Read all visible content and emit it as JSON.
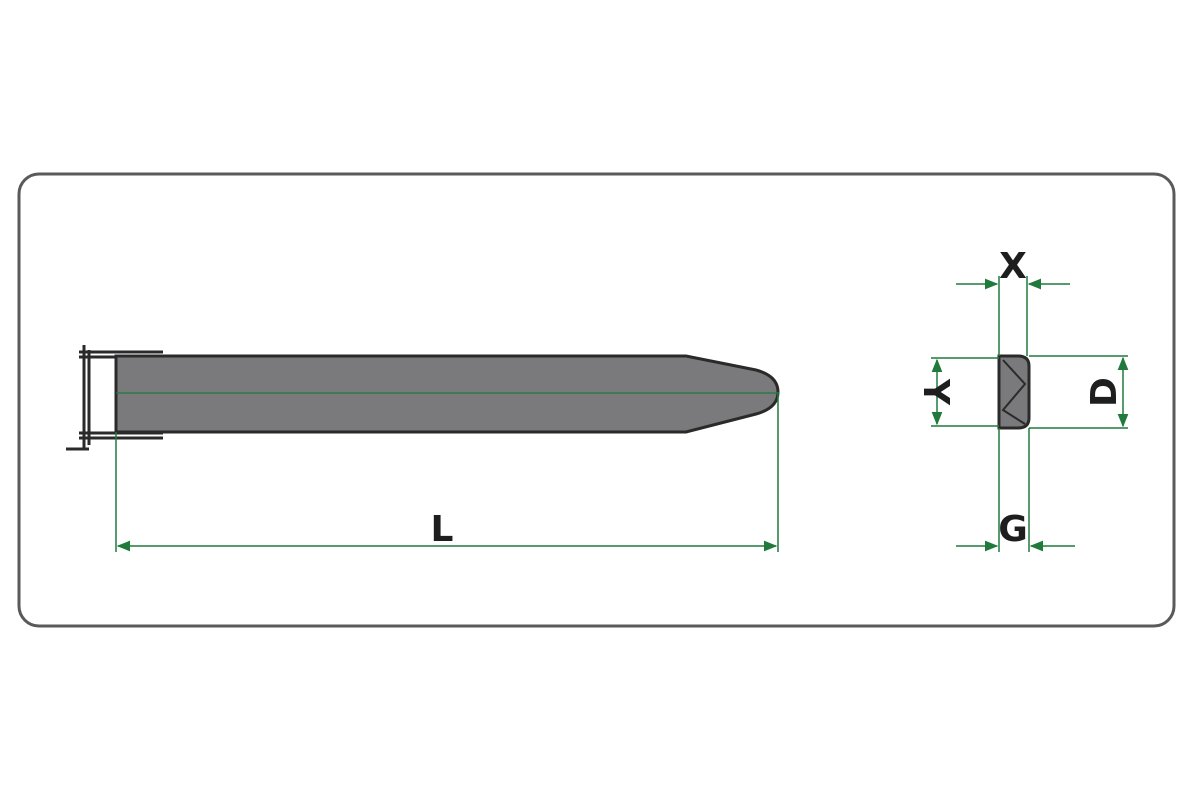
{
  "labels": {
    "length": "L",
    "thickness_x": "X",
    "height_y": "Y",
    "depth_d": "D",
    "width_g": "G"
  },
  "colors": {
    "frame_stroke": "#5a5a5a",
    "fork_fill": "#7a7a7c",
    "fork_stroke": "#2a2a2a",
    "dimension_line": "#1f7a3c",
    "label_text": "#1e1e1e"
  }
}
